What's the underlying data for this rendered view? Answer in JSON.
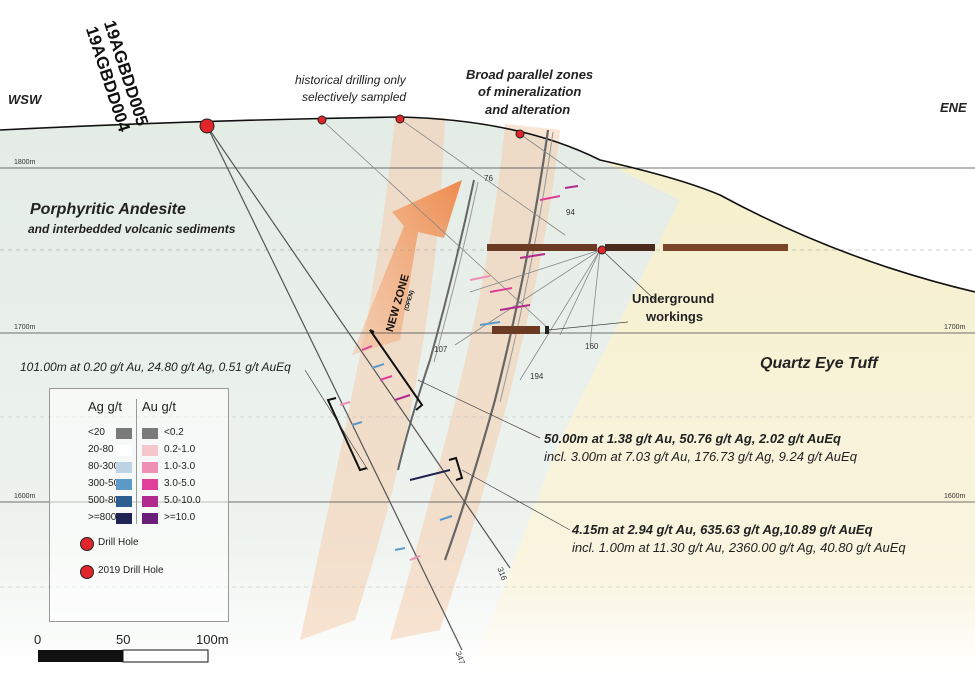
{
  "directions": {
    "west": "WSW",
    "east": "ENE"
  },
  "drill_labels": {
    "hole_a": "19AGBDD005",
    "hole_b": "19AGBDD004"
  },
  "callouts": {
    "historical_1": "historical drilling only",
    "historical_2": "selectively sampled",
    "broad_1": "Broad parallel zones",
    "broad_2": "of mineralization",
    "broad_3": "and alteration",
    "underground_1": "Underground",
    "underground_2": "workings",
    "new_zone": "NEW ZONE",
    "open": "(OPEN)"
  },
  "units": {
    "andesite_1": "Porphyritic Andesite",
    "andesite_2": "and interbedded volcanic sediments",
    "tuff": "Quartz Eye Tuff"
  },
  "elevations": {
    "e1800": "1800m",
    "e1700": "1700m",
    "e1600": "1600m"
  },
  "intercepts": {
    "i1": "101.00m at 0.20 g/t Au, 24.80 g/t Ag,  0.51 g/t AuEq",
    "i2_main": "50.00m at 1.38 g/t Au, 50.76 g/t Ag, 2.02 g/t AuEq",
    "i2_incl": "incl. 3.00m at 7.03 g/t Au, 176.73 g/t Ag, 9.24 g/t AuEq",
    "i3_main": "4.15m at 2.94 g/t Au, 635.63 g/t Ag,10.89 g/t AuEq",
    "i3_incl": "incl. 1.00m at 11.30 g/t Au, 2360.00 g/t Ag, 40.80 g/t AuEq"
  },
  "depth_labels": {
    "d316": "316",
    "d347": "347",
    "d76": "76",
    "d94": "94",
    "d107": "107",
    "d194": "194",
    "d160": "160"
  },
  "legend": {
    "ag_header": "Ag g/t",
    "au_header": "Au g/t",
    "ag": [
      {
        "label": "<20",
        "color": "#7a7a7a"
      },
      {
        "label": "20-80",
        "color": "#ffffff"
      },
      {
        "label": "80-300",
        "color": "#bcd4e6"
      },
      {
        "label": "300-500",
        "color": "#5b9ac9"
      },
      {
        "label": "500-800",
        "color": "#2e5f93"
      },
      {
        "label": ">=800",
        "color": "#1f2452"
      }
    ],
    "au": [
      {
        "label": "<0.2",
        "color": "#7a7a7a"
      },
      {
        "label": "0.2-1.0",
        "color": "#f5c6cc"
      },
      {
        "label": "1.0-3.0",
        "color": "#ee8fb6"
      },
      {
        "label": "3.0-5.0",
        "color": "#e0409a"
      },
      {
        "label": "5.0-10.0",
        "color": "#b12b8f"
      },
      {
        "label": ">=10.0",
        "color": "#6b1e78"
      }
    ],
    "drill_hole": "Drill Hole",
    "drill_hole_2019": "2019 Drill Hole"
  },
  "scale": {
    "s0": "0",
    "s50": "50",
    "s100": "100m"
  },
  "colors": {
    "andesite": "#e8efea",
    "tuff": "#f7f1d2",
    "zone": "#f6c9a8",
    "arrow": "#f1955b",
    "collar": "#e0262a"
  }
}
